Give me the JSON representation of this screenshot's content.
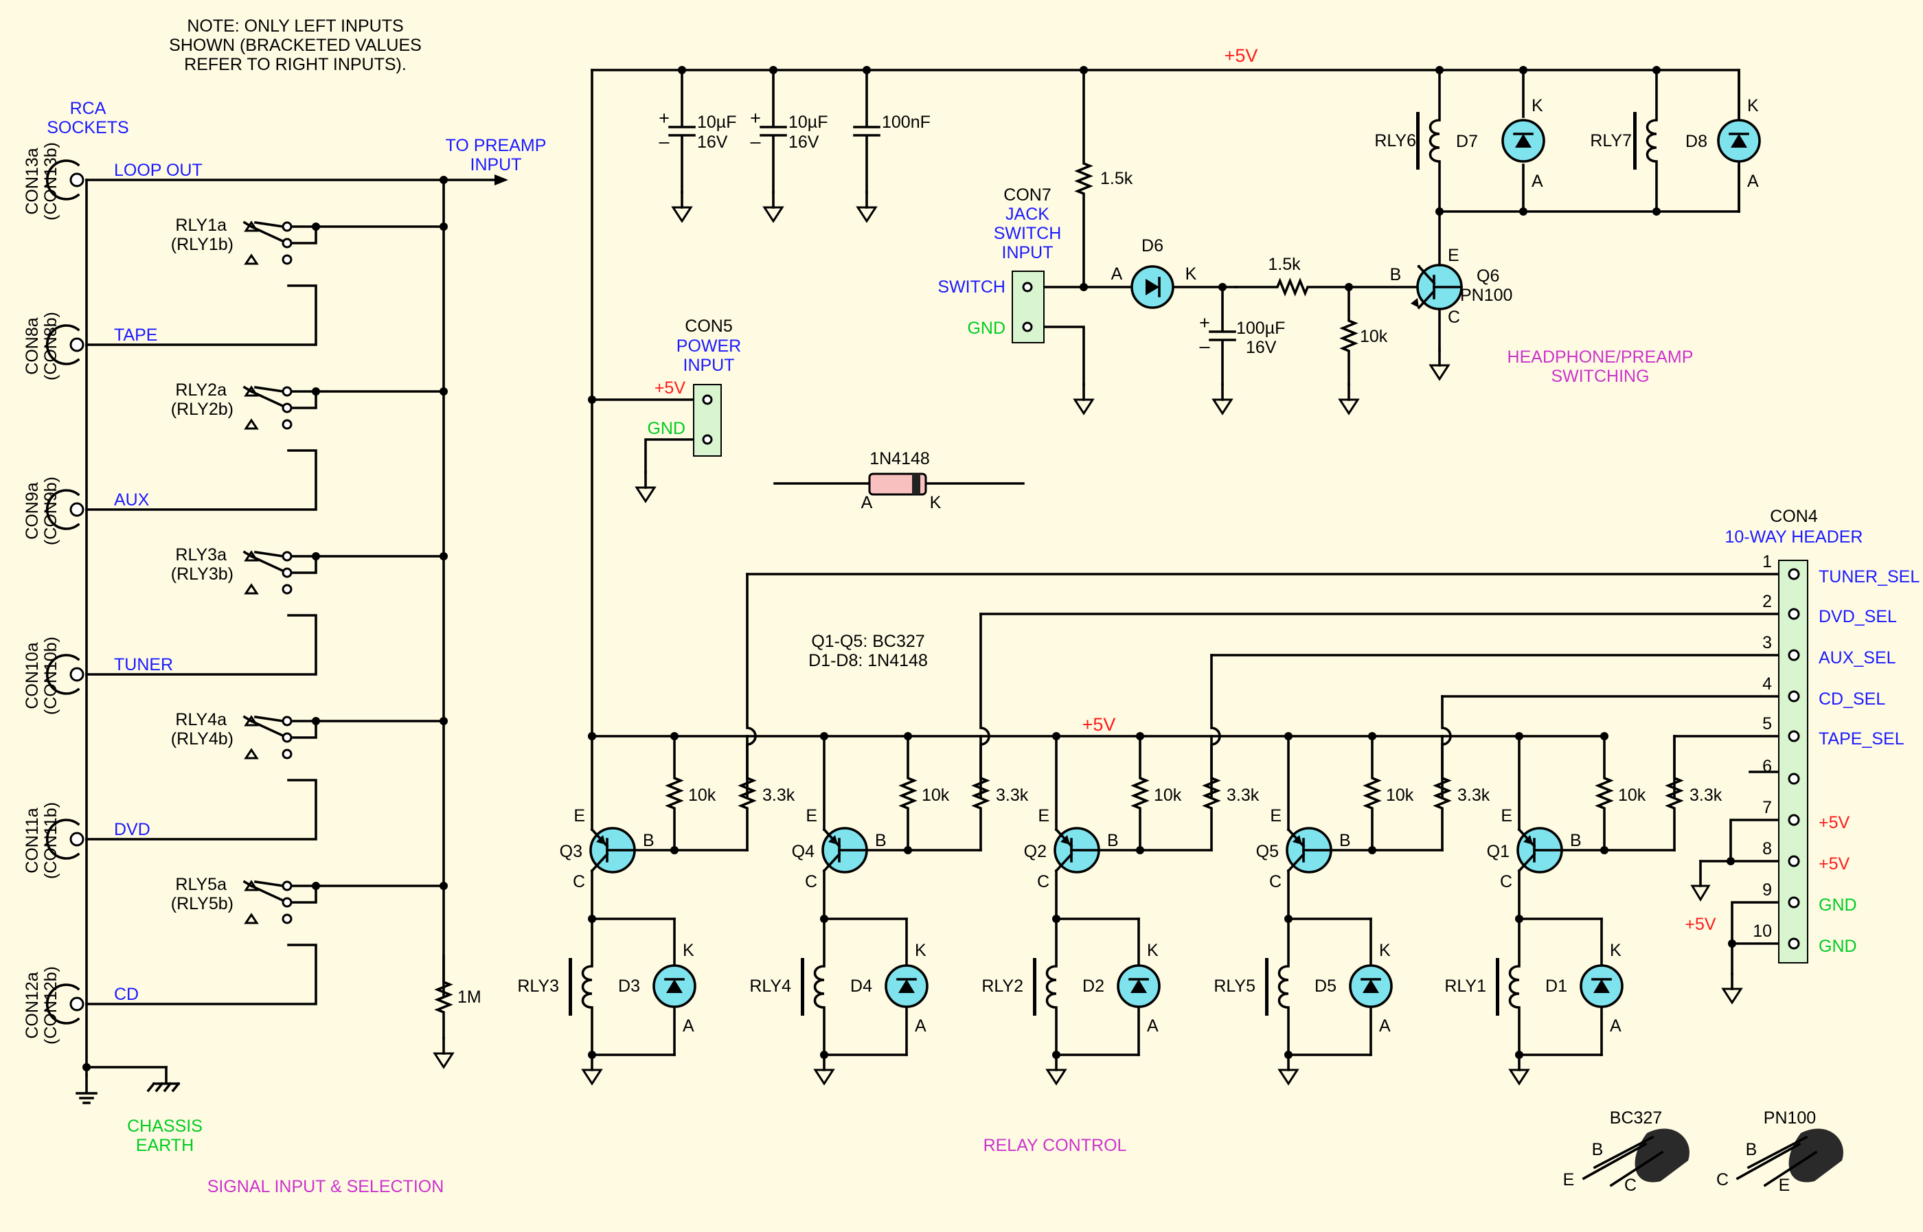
{
  "note": [
    "NOTE: ONLY LEFT INPUTS",
    "SHOWN (BRACKETED VALUES",
    "REFER TO RIGHT INPUTS)."
  ],
  "rca_label": [
    "RCA",
    "SOCKETS"
  ],
  "to_preamp": [
    "TO PREAMP",
    "INPUT"
  ],
  "sockets": [
    {
      "ref": "CON13a",
      "ref_b": "(CON13b)",
      "name": "LOOP OUT"
    },
    {
      "ref": "CON8a",
      "ref_b": "(CON8b)",
      "name": "TAPE"
    },
    {
      "ref": "CON9a",
      "ref_b": "(CON9b)",
      "name": "AUX"
    },
    {
      "ref": "CON10a",
      "ref_b": "(CON10b)",
      "name": "TUNER"
    },
    {
      "ref": "CON11a",
      "ref_b": "(CON11b)",
      "name": "DVD"
    },
    {
      "ref": "CON12a",
      "ref_b": "(CON12b)",
      "name": "CD"
    }
  ],
  "relay_contacts": [
    {
      "a": "RLY1a",
      "b": "(RLY1b)"
    },
    {
      "a": "RLY2a",
      "b": "(RLY2b)"
    },
    {
      "a": "RLY3a",
      "b": "(RLY3b)"
    },
    {
      "a": "RLY4a",
      "b": "(RLY4b)"
    },
    {
      "a": "RLY5a",
      "b": "(RLY5b)"
    }
  ],
  "r1m": "1M",
  "chassis": [
    "CHASSIS",
    "EARTH"
  ],
  "section_signal": "SIGNAL INPUT & SELECTION",
  "section_relay": "RELAY CONTROL",
  "section_headphone": [
    "HEADPHONE/PREAMP",
    "SWITCHING"
  ],
  "plus5v": "+5V",
  "gnd": "GND",
  "caps": [
    {
      "value": "10µF",
      "voltage": "16V"
    },
    {
      "value": "10µF",
      "voltage": "16V"
    },
    {
      "value": "100nF"
    }
  ],
  "con5": {
    "ref": "CON5",
    "title": [
      "POWER",
      "INPUT"
    ],
    "pin1": "+5V",
    "pin2": "GND"
  },
  "con7": {
    "ref": "CON7",
    "title": [
      "JACK",
      "SWITCH",
      "INPUT"
    ],
    "pin1": "SWITCH",
    "pin2": "GND"
  },
  "headphone": {
    "r1": "1.5k",
    "d6": "D6",
    "r2": "1.5k",
    "cap": "100µF",
    "cap_v": "16V",
    "r3": "10k",
    "q6": "Q6",
    "q6_type": "PN100",
    "rly6": "RLY6",
    "d7": "D7",
    "rly7": "RLY7",
    "d8": "D8"
  },
  "diode_legend": {
    "type": "1N4148",
    "a": "A",
    "k": "K"
  },
  "transistor_note": [
    "Q1-Q5: BC327",
    "D1-D8: 1N4148"
  ],
  "con4": {
    "ref": "CON4",
    "title": "10-WAY HEADER",
    "pins": [
      {
        "num": "1",
        "label": "TUNER_SEL"
      },
      {
        "num": "2",
        "label": "DVD_SEL"
      },
      {
        "num": "3",
        "label": "AUX_SEL"
      },
      {
        "num": "4",
        "label": "CD_SEL"
      },
      {
        "num": "5",
        "label": "TAPE_SEL"
      },
      {
        "num": "6",
        "label": ""
      },
      {
        "num": "7",
        "label": "+5V"
      },
      {
        "num": "8",
        "label": "+5V"
      },
      {
        "num": "9",
        "label": "GND"
      },
      {
        "num": "10",
        "label": "GND"
      }
    ]
  },
  "drivers": [
    {
      "q": "Q3",
      "rly": "RLY3",
      "d": "D3",
      "rb": "10k",
      "rs": "3.3k"
    },
    {
      "q": "Q4",
      "rly": "RLY4",
      "d": "D4",
      "rb": "10k",
      "rs": "3.3k"
    },
    {
      "q": "Q2",
      "rly": "RLY2",
      "d": "D2",
      "rb": "10k",
      "rs": "3.3k"
    },
    {
      "q": "Q5",
      "rly": "RLY5",
      "d": "D5",
      "rb": "10k",
      "rs": "3.3k"
    },
    {
      "q": "Q1",
      "rly": "RLY1",
      "d": "D1",
      "rb": "10k",
      "rs": "3.3k"
    }
  ],
  "pin_letters": {
    "e": "E",
    "b": "B",
    "c": "C",
    "a": "A",
    "k": "K"
  },
  "packages": [
    {
      "name": "BC327",
      "left": "E",
      "mid": "B",
      "right": "C"
    },
    {
      "name": "PN100",
      "left": "C",
      "mid": "B",
      "right": "E"
    }
  ]
}
